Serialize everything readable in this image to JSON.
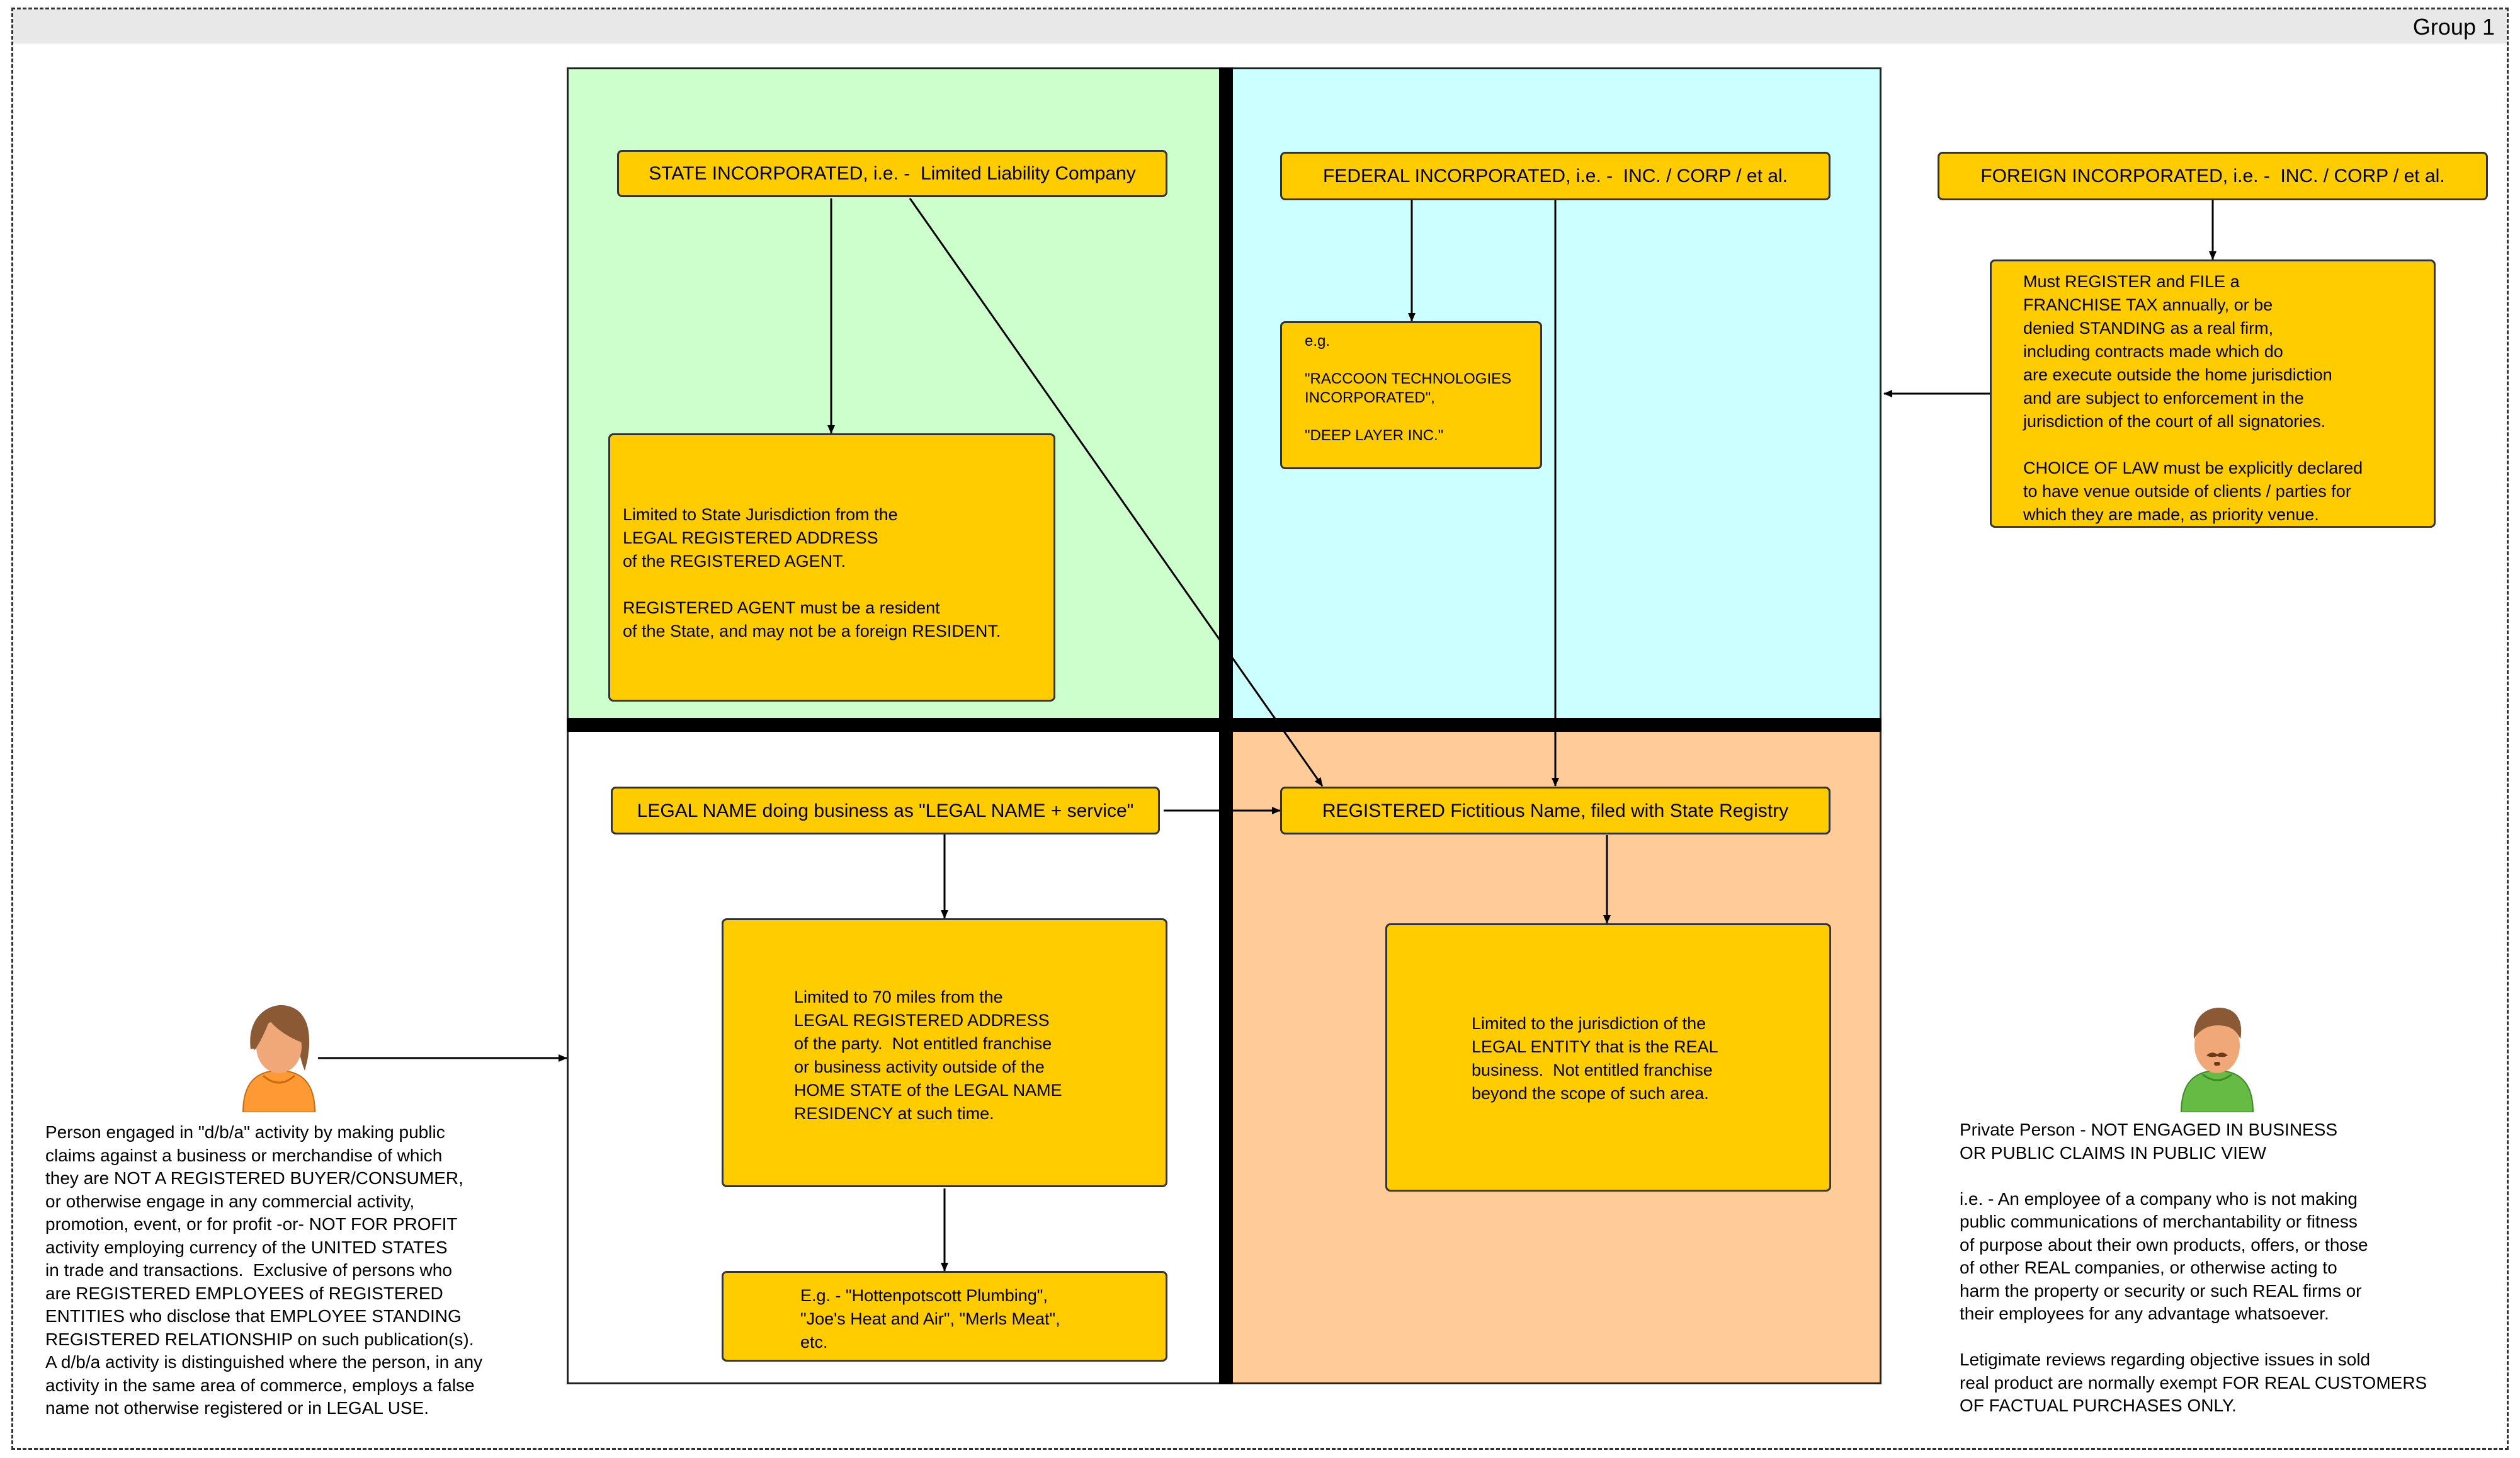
{
  "group_title": "Group 1",
  "boxes": {
    "state_inc": "STATE INCORPORATED, i.e. -  Limited Liability Company",
    "federal_inc": "FEDERAL INCORPORATED, i.e. -  INC. / CORP / et al.",
    "foreign_inc": "FOREIGN INCORPORATED, i.e. -  INC. / CORP / et al.",
    "state_limits": "Limited to State Jurisdiction from the\nLEGAL REGISTERED ADDRESS\nof the REGISTERED AGENT.\n\nREGISTERED AGENT must be a resident\nof the State, and may not be a foreign RESIDENT.",
    "federal_examples": "e.g.\n\n\"RACCOON TECHNOLOGIES\nINCORPORATED\",\n\n\"DEEP LAYER INC.\"",
    "foreign_rules": "Must REGISTER and FILE a\nFRANCHISE TAX annually, or be\ndenied STANDING as a real firm,\nincluding contracts made which do\nare execute outside the home jurisdiction\nand are subject to enforcement in the\njurisdiction of the court of all signatories.\n\nCHOICE OF LAW must be explicitly declared\nto have venue outside of clients / parties for\nwhich they are made, as priority venue.",
    "legal_name_dba": "LEGAL NAME doing business as \"LEGAL NAME + service\"",
    "registered_fictitious": "REGISTERED Fictitious Name, filed with State Registry",
    "dba_limits": "Limited to 70 miles from the\nLEGAL REGISTERED ADDRESS\nof the party.  Not entitled franchise\nor business activity outside of the\nHOME STATE of the LEGAL NAME\nRESIDENCY at such time.",
    "dba_examples": "E.g. - \"Hottenpotscott Plumbing\",\n\"Joe's Heat and Air\", \"Merls Meat\",\netc.",
    "fictitious_limits": "Limited to the jurisdiction of the\nLEGAL ENTITY that is the REAL\nbusiness.  Not entitled franchise\nbeyond the scope of such area."
  },
  "captions": {
    "dba_person": "Person engaged in \"d/b/a\" activity by making public\nclaims against a business or merchandise of which\nthey are NOT A REGISTERED BUYER/CONSUMER,\nor otherwise engage in any commercial activity,\npromotion, event, or for profit -or- NOT FOR PROFIT\nactivity employing currency of the UNITED STATES\nin trade and transactions.  Exclusive of persons who\nare REGISTERED EMPLOYEES of REGISTERED\nENTITIES who disclose that EMPLOYEE STANDING\nREGISTERED RELATIONSHIP on such publication(s).\nA d/b/a activity is distinguished where the person, in any\nactivity in the same area of commerce, employs a false\nname not otherwise registered or in LEGAL USE.",
    "private_person": "Private Person - NOT ENGAGED IN BUSINESS\nOR PUBLIC CLAIMS IN PUBLIC VIEW\n\ni.e. - An employee of a company who is not making\npublic communications of merchantability or fitness\nof purpose about their own products, offers, or those\nof other REAL companies, or otherwise acting to\nharm the property or security or such REAL firms or\ntheir employees for any advantage whatsoever.\n\nLetigimate reviews regarding objective issues in sold\nreal product are normally exempt FOR REAL CUSTOMERS\nOF FACTUAL PURCHASES ONLY."
  },
  "colors": {
    "state_quadrant": "#ccffcc",
    "federal_quadrant": "#ccffff",
    "dba_quadrant": "#ffffff",
    "fictitious_quadrant": "#ffcc99",
    "box_fill": "#ffcc00",
    "female_avatar_shirt": "#ff9933",
    "male_avatar_shirt": "#66bb44"
  }
}
